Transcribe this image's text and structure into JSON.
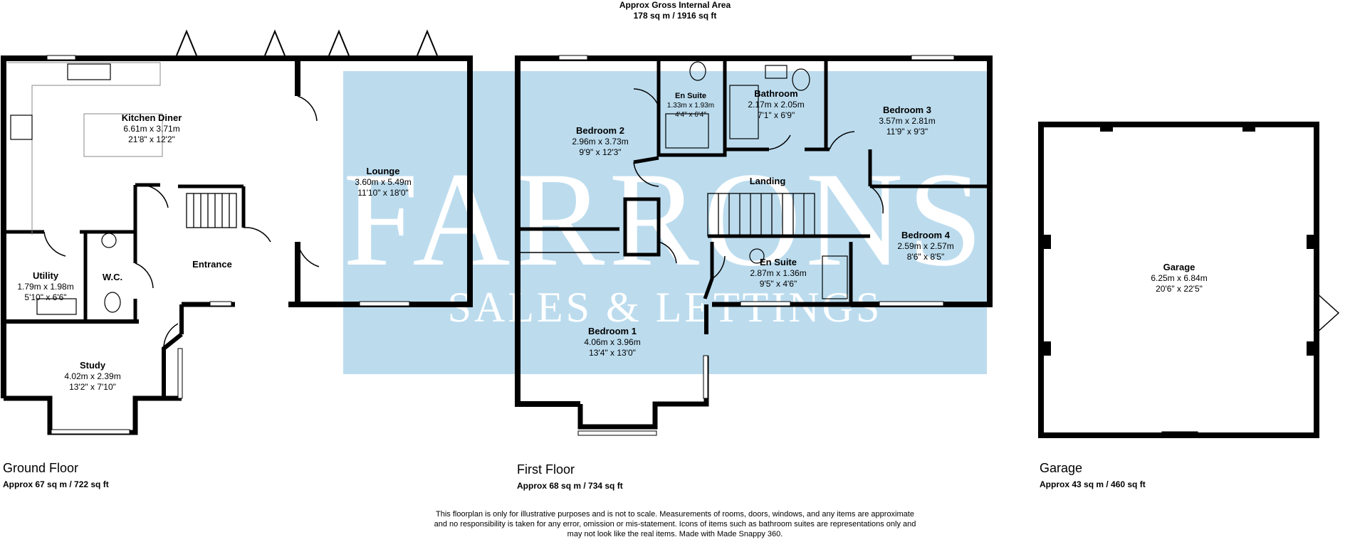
{
  "header": {
    "gia_title": "Approx Gross Internal Area",
    "gia_value": "178 sq m / 1916 sq ft"
  },
  "watermark": {
    "brand": "FARRONS",
    "subtitle": "SALES & LETTINGS",
    "color": "#bcdcee"
  },
  "floors": {
    "ground": {
      "label": "Ground Floor",
      "area": "Approx 67 sq m / 722 sq ft"
    },
    "first": {
      "label": "First Floor",
      "area": "Approx 68 sq m / 734 sq ft"
    },
    "garage": {
      "label": "Garage",
      "area": "Approx 43 sq m / 460 sq ft"
    }
  },
  "rooms": {
    "kitchen": {
      "name": "Kitchen Diner",
      "metric": "6.61m x 3.71m",
      "imperial": "21'8\" x 12'2\""
    },
    "lounge": {
      "name": "Lounge",
      "metric": "3.60m x 5.49m",
      "imperial": "11'10\" x 18'0\""
    },
    "utility": {
      "name": "Utility",
      "metric": "1.79m x 1.98m",
      "imperial": "5'10\" x 6'6\""
    },
    "wc": {
      "name": "W.C."
    },
    "entrance": {
      "name": "Entrance"
    },
    "study": {
      "name": "Study",
      "metric": "4.02m x 2.39m",
      "imperial": "13'2\" x 7'10\""
    },
    "bedroom2": {
      "name": "Bedroom 2",
      "metric": "2.96m x 3.73m",
      "imperial": "9'9\" x 12'3\""
    },
    "ensuite_top": {
      "name": "En Suite",
      "metric": "1.33m x 1.93m",
      "imperial": "4'4\" x 6'4\""
    },
    "bathroom": {
      "name": "Bathroom",
      "metric": "2.17m x 2.05m",
      "imperial": "7'1\" x 6'9\""
    },
    "bedroom3": {
      "name": "Bedroom 3",
      "metric": "3.57m x 2.81m",
      "imperial": "11'9\" x 9'3\""
    },
    "landing": {
      "name": "Landing"
    },
    "bedroom4": {
      "name": "Bedroom 4",
      "metric": "2.59m x 2.57m",
      "imperial": "8'6\" x 8'5\""
    },
    "ensuite_mid": {
      "name": "En Suite",
      "metric": "2.87m x 1.36m",
      "imperial": "9'5\" x 4'6\""
    },
    "bedroom1": {
      "name": "Bedroom 1",
      "metric": "4.06m x 3.96m",
      "imperial": "13'4\" x 13'0\""
    },
    "garage": {
      "name": "Garage",
      "metric": "6.25m x 6.84m",
      "imperial": "20'6\" x 22'5\""
    }
  },
  "disclaimer": {
    "line1": "This floorplan is only for illustrative purposes and is not to scale. Measurements of rooms, doors, windows, and any items are approximate",
    "line2": "and no responsibility is taken for any error, omission or mis-statement. Icons of items such as bathroom suites are representations only and",
    "line3": "may not look like the real items. Made with Made Snappy 360."
  }
}
